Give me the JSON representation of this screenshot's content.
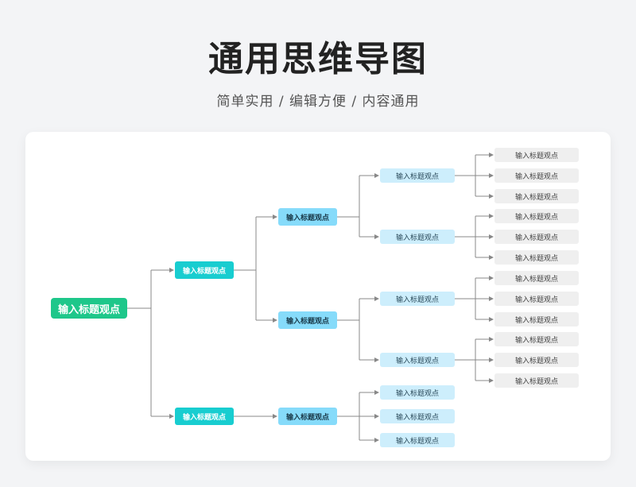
{
  "header": {
    "title": "通用思维导图",
    "subtitle": "简单实用 / 编辑方便 / 内容通用"
  },
  "colors": {
    "root": "#1ec78a",
    "level1": "#18cdd0",
    "level2": "#86dbfa",
    "level3": "#cdeefc",
    "level4": "#efefef",
    "line": "#888888"
  },
  "mindmap": {
    "root": "输入标题观点",
    "level1": [
      "输入标题观点",
      "输入标题观点"
    ],
    "level2": [
      "输入标题观点",
      "输入标题观点",
      "输入标题观点"
    ],
    "level3": [
      "输入标题观点",
      "输入标题观点",
      "输入标题观点",
      "输入标题观点",
      "输入标题观点",
      "输入标题观点",
      "输入标题观点"
    ],
    "level4": [
      "输入标题观点",
      "输入标题观点",
      "输入标题观点",
      "输入标题观点",
      "输入标题观点",
      "输入标题观点",
      "输入标题观点",
      "输入标题观点",
      "输入标题观点",
      "输入标题观点",
      "输入标题观点",
      "输入标题观点"
    ]
  }
}
